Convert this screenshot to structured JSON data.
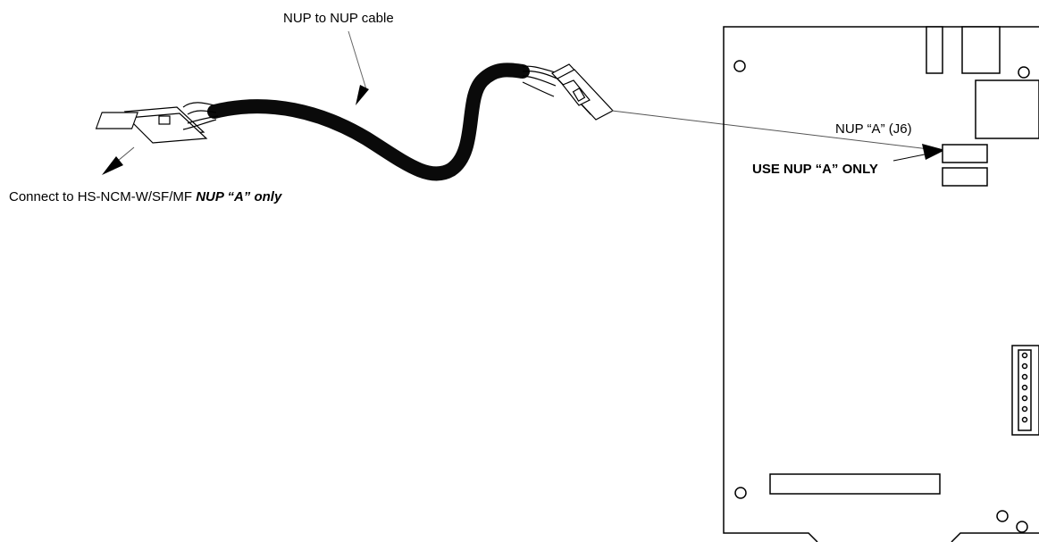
{
  "labels": {
    "cable": "NUP to NUP cable",
    "nup_port": "NUP “A” (J6)",
    "use_only": "USE NUP “A” ONLY",
    "connect_prefix": "Connect to HS-NCM-W/SF/MF ",
    "connect_emphasis": "NUP “A” only"
  },
  "colors": {
    "line": "#000000",
    "cable": "#0a0a0a",
    "background": "#ffffff",
    "leader": "#555555"
  }
}
